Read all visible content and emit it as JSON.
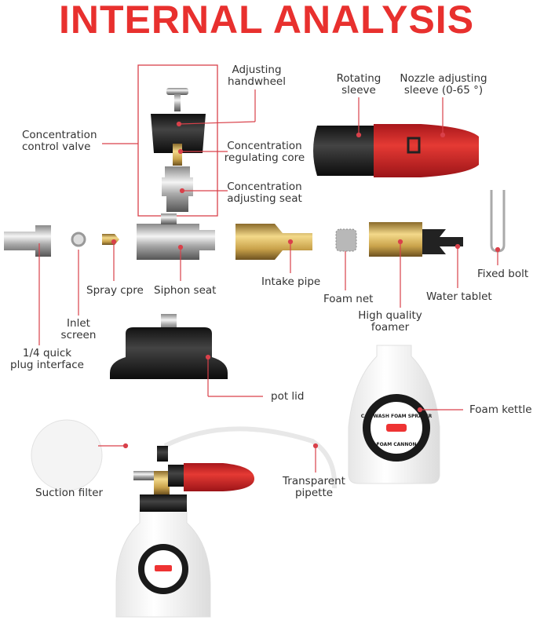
{
  "title": "INTERNAL ANALYSIS",
  "colors": {
    "title": "#e8302e",
    "leader_line": "#d9414a",
    "nozzle_red": "#d92a2a",
    "brass": "#c9a24a",
    "plastic_black": "#222222"
  },
  "labels": {
    "adjusting_handwheel": [
      "Adjusting",
      "handwheel"
    ],
    "concentration_control_valve": [
      "Concentration",
      "control valve"
    ],
    "concentration_regulating_core": [
      "Concentration",
      "regulating core"
    ],
    "concentration_adjusting_seat": [
      "Concentration",
      "adjusting seat"
    ],
    "rotating_sleeve": [
      "Rotating",
      "sleeve"
    ],
    "nozzle_adjusting_sleeve": [
      "Nozzle adjusting",
      "sleeve (0-65 °)"
    ],
    "spray_core": "Spray cpre",
    "siphon_seat": "Siphon seat",
    "intake_pipe": "Intake pipe",
    "foam_net": "Foam net",
    "water_tablet": "Water tablet",
    "fixed_bolt": "Fixed bolt",
    "high_quality_foamer": [
      "High quality",
      "foamer"
    ],
    "inlet_screen": [
      "Inlet",
      "screen"
    ],
    "quick_plug_interface": [
      "1/4 quick",
      "plug interface"
    ],
    "pot_lid": "pot lid",
    "foam_kettle": "Foam kettle",
    "suction_filter": "Suction filter",
    "transparent_pipette": [
      "Transparent",
      "pipette"
    ]
  },
  "logo": {
    "top_text": "CAR WASH FOAM SPRAYER",
    "bottom_text": "FOAM CANNON"
  }
}
